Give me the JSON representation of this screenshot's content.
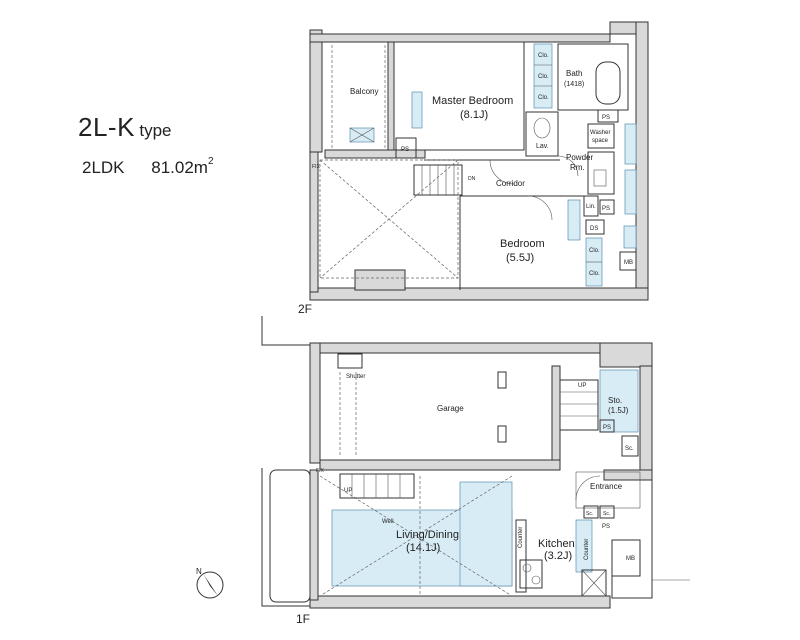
{
  "header": {
    "type_name": "2L-K",
    "type_suffix": "type",
    "layout": "2LDK",
    "area_value": "81.02m",
    "area_sup": "2"
  },
  "floors": {
    "upper": "2F",
    "lower": "1F"
  },
  "rooms_2f": {
    "balcony": "Balcony",
    "master_bedroom": "Master Bedroom",
    "master_bedroom_size": "(8.1J)",
    "bath": "Bath",
    "bath_size": "(1418)",
    "ps_top": "PS",
    "washer": "Washer",
    "washer2": "space",
    "powder": "Powder",
    "powder2": "Rm.",
    "lav": "Lav.",
    "corridor": "Corridor",
    "dn": "DN",
    "bedroom": "Bedroom",
    "bedroom_size": "(5.5J)",
    "clo": "Clo.",
    "lin": "Lin.",
    "ps": "PS",
    "ds": "DS",
    "mb": "MB",
    "fix": "FIX"
  },
  "rooms_1f": {
    "garage": "Garage",
    "shutter": "Shutter",
    "up": "UP",
    "sto": "Sto.",
    "sto_size": "(1.5J)",
    "ps": "PS",
    "sc": "Sc.",
    "entrance": "Entrance",
    "well": "Well",
    "living": "Living/Dining",
    "living_size": "(14.1J)",
    "kitchen": "Kitchen",
    "kitchen_size": "(3.2J)",
    "counter": "Counter",
    "mb": "MB",
    "fix": "FIX"
  },
  "compass": {
    "north": "N"
  }
}
